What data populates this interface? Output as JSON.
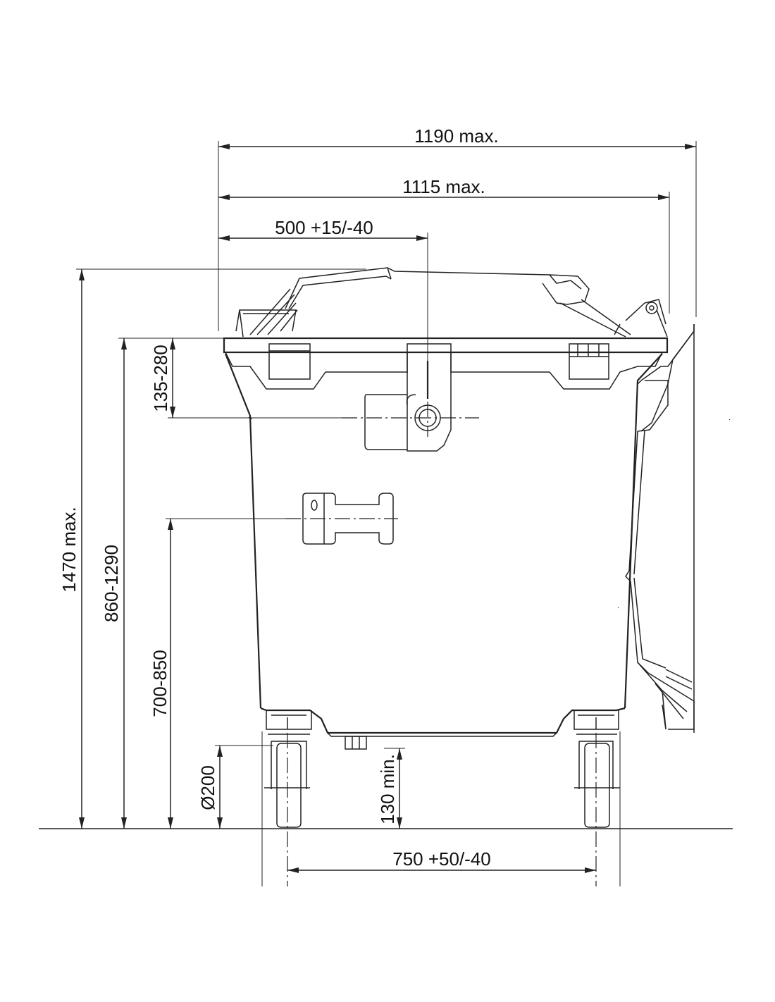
{
  "drawing": {
    "line_color": "#222222",
    "background": "#ffffff",
    "dimensions": {
      "overall_width": "1190 max.",
      "lid_width": "1115 max.",
      "pivot_offset": "500 +15/-40",
      "overall_height": "1470 max.",
      "rim_height": "860-1290",
      "handle_height": "700-850",
      "pivot_drop": "135-280",
      "wheel_diameter": "Ø200",
      "ground_clearance": "130 min.",
      "wheel_track": "750 +50/-40"
    }
  }
}
